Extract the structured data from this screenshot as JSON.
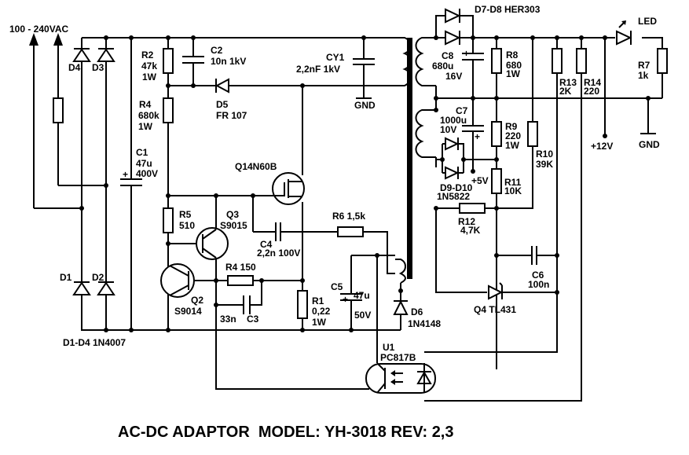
{
  "input": {
    "label": "100 - 240VAC"
  },
  "bridge": {
    "d1": "D1",
    "d2": "D2",
    "d3": "D3",
    "d4": "D4",
    "part": "D1-D4 1N4007"
  },
  "c1": {
    "name": "C1",
    "value": "47u",
    "rating": "400V",
    "plus": "+"
  },
  "r2": {
    "name": "R2",
    "value": "47k",
    "rating": "1W"
  },
  "c2": {
    "name": "C2",
    "value": "10n 1kV"
  },
  "cy1": {
    "name": "CY1",
    "value": "2,2nF 1kV"
  },
  "gnd_primary": "GND",
  "r4a": {
    "name": "R4",
    "value": "680k",
    "rating": "1W"
  },
  "d5": {
    "name": "D5",
    "part": "FR 107"
  },
  "q1": {
    "label": "Q14N60B"
  },
  "r5": {
    "name": "R5",
    "value": "510"
  },
  "q3": {
    "name": "Q3",
    "part": "S9015"
  },
  "c4": {
    "name": "C4",
    "value": "2,2n 100V"
  },
  "r6": {
    "label": "R6 1,5k"
  },
  "r4b": {
    "label": "R4 150"
  },
  "q2": {
    "name": "Q2",
    "part": "S9014"
  },
  "c3": {
    "value": "33n",
    "name": "C3"
  },
  "r1": {
    "name": "R1",
    "value": "0,22",
    "rating": "1W"
  },
  "c5": {
    "name": "C5",
    "value": "47u",
    "rating": "50V",
    "plus": "+"
  },
  "d6": {
    "name": "D6",
    "part": "1N4148"
  },
  "u1": {
    "name": "U1",
    "part": "PC817B"
  },
  "d7d8": {
    "label": "D7-D8 HER303"
  },
  "c8": {
    "name": "C8",
    "value": "680u",
    "rating": "16V",
    "plus": "+"
  },
  "r8": {
    "name": "R8",
    "value": "680",
    "rating": "1W"
  },
  "c7": {
    "name": "C7",
    "value": "1000u",
    "rating": "10V",
    "plus": "+"
  },
  "r9": {
    "name": "R9",
    "value": "220",
    "rating": "1W"
  },
  "r10": {
    "name": "R10",
    "value": "39K"
  },
  "r11": {
    "name": "R11",
    "value": "10K"
  },
  "r12": {
    "name": "R12",
    "value": "4,7K"
  },
  "d9d10": {
    "name": "D9-D10",
    "part": "1N5822"
  },
  "plus5v": "+5V",
  "r13": {
    "name": "R13",
    "value": "2K"
  },
  "r14": {
    "name": "R14",
    "value": "220"
  },
  "plus12v": "+12V",
  "led": {
    "label": "LED"
  },
  "r7": {
    "name": "R7",
    "value": "1k"
  },
  "gnd_secondary": "GND",
  "c6": {
    "name": "C6",
    "value": "100n"
  },
  "q4": {
    "label": "Q4 TL431"
  },
  "title": "AC-DC ADAPTOR  MODEL: YH-3018 REV: 2,3"
}
